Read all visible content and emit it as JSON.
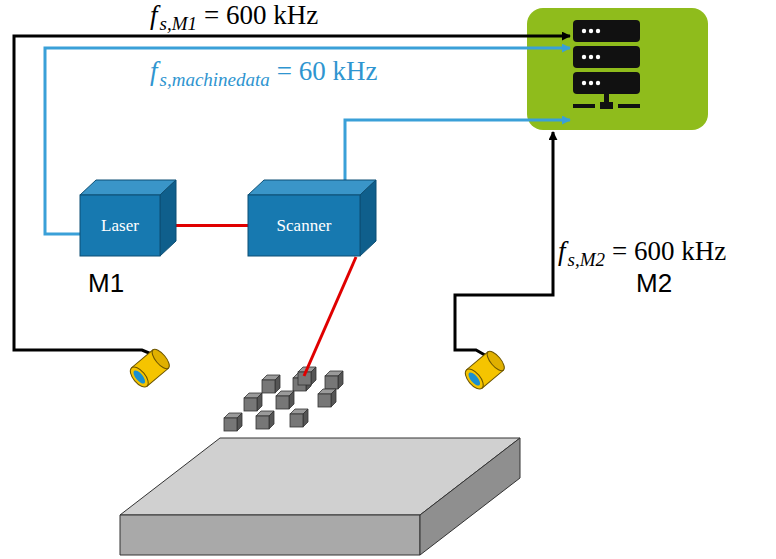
{
  "diagram": {
    "nodes": [
      {
        "text": [
          "Laser"
        ]
      },
      {
        "text": [
          "Scanner"
        ]
      }
    ],
    "edges": [
      {
        "from": 0,
        "to": 1,
        "arrow": "none"
      }
    ],
    "labels": [
      "f",
      "s,M1",
      "= 600 kHz",
      "f",
      "s,machinedata",
      "= 60 kHz",
      "M1",
      "M2",
      "f",
      "s,M2",
      "= 600 kHz"
    ]
  }
}
